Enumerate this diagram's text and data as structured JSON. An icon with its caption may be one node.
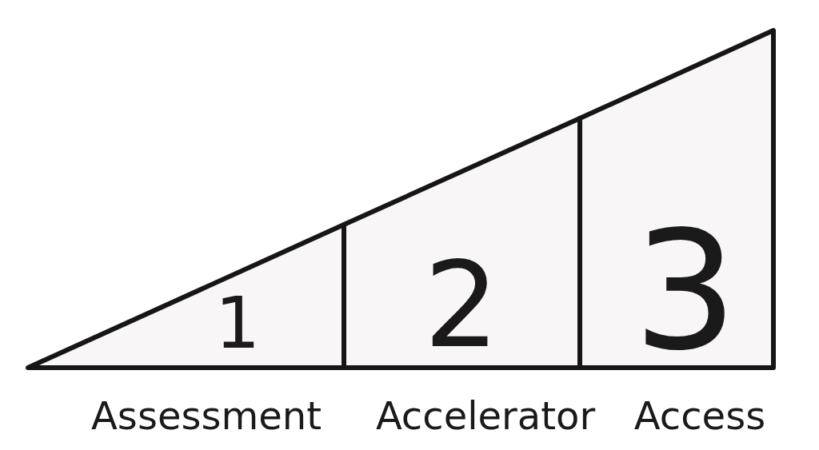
{
  "diagram": {
    "nodes": [
      {
        "text": [
          "1"
        ],
        "beside": [
          "Assessment"
        ]
      },
      {
        "text": [
          "2"
        ],
        "beside": [
          "Accelerator"
        ]
      },
      {
        "text": [
          "3"
        ],
        "beside": [
          "Access"
        ]
      }
    ]
  }
}
